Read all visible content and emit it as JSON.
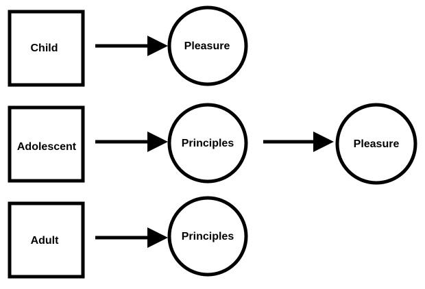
{
  "rows": [
    {
      "stage": "Child",
      "nodes": [
        "Pleasure"
      ]
    },
    {
      "stage": "Adolescent",
      "nodes": [
        "Principles",
        "Pleasure"
      ]
    },
    {
      "stage": "Adult",
      "nodes": [
        "Principles"
      ]
    }
  ],
  "colors": {
    "stroke": "#000000",
    "fill": "#ffffff"
  },
  "arrow_icon": "right-arrow-icon"
}
